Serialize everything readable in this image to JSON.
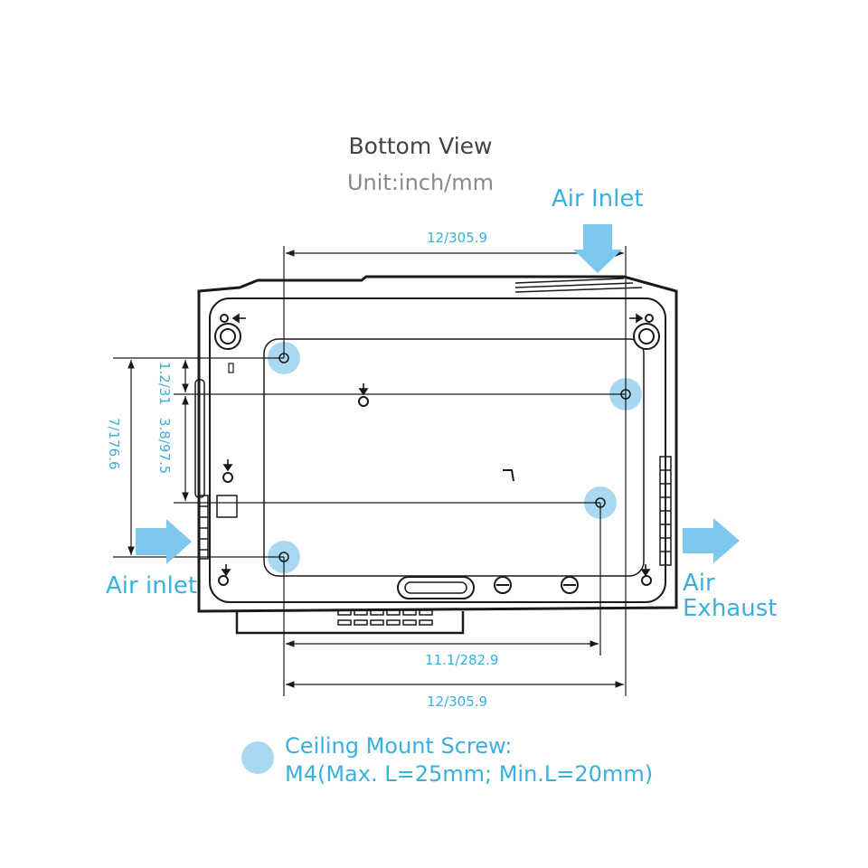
{
  "header": {
    "title": "Bottom View",
    "unit": "Unit:inch/mm"
  },
  "airflow": {
    "inlet_top": "Air Inlet",
    "inlet_left": "Air inlet",
    "exhaust_line1": "Air",
    "exhaust_line2": "Exhaust"
  },
  "dimensions": {
    "top_width": "12/305.9",
    "hole_spacing_h": "11.1/282.9",
    "bottom_width": "12/305.9",
    "offset_small": "1.2/31",
    "offset_mid": "3.8/97.5",
    "height_total": "7/176.6"
  },
  "legend": {
    "line1": "Ceiling Mount Screw:",
    "line2": "M4(Max. L=25mm; Min.L=20mm)"
  },
  "colors": {
    "accent": "#3ab0df",
    "screw_highlight": "#a9d8f2",
    "outline": "#1a1a1a"
  }
}
